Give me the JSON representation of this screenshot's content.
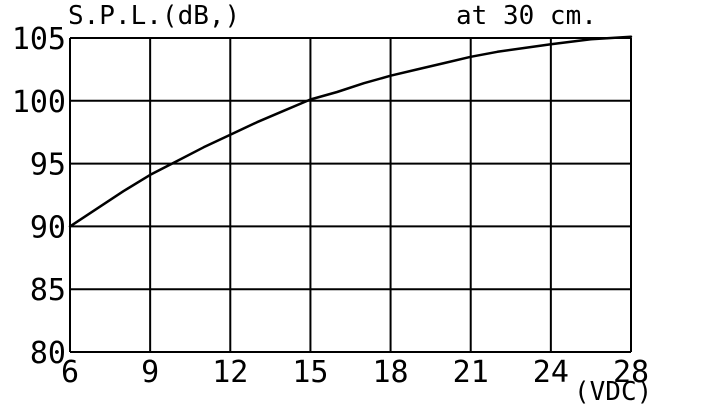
{
  "chart_data": {
    "type": "line",
    "title": "",
    "ylabel": "S.P.L.(dB,)",
    "xlabel": "(VDC)",
    "annotation": "at 30 cm.",
    "x_ticks": [
      "6",
      "9",
      "12",
      "15",
      "18",
      "21",
      "24",
      "28"
    ],
    "y_ticks": [
      "80",
      "85",
      "90",
      "95",
      "100",
      "105"
    ],
    "ylim": [
      80,
      105
    ],
    "grid": true,
    "colors": {
      "line": "#000000",
      "grid": "#000000",
      "background": "#ffffff"
    },
    "series": [
      {
        "x": [
          6,
          7,
          8,
          9,
          10,
          11,
          12,
          13,
          14,
          15,
          16,
          17,
          18,
          19,
          20,
          21,
          22,
          23,
          24,
          25,
          26,
          27,
          28
        ],
        "y": [
          90,
          91.4,
          92.8,
          94.1,
          95.2,
          96.3,
          97.3,
          98.3,
          99.2,
          100.1,
          100.7,
          101.4,
          102.0,
          102.5,
          103.0,
          103.5,
          103.9,
          104.2,
          104.5,
          104.7,
          104.9,
          105.0,
          105.1
        ]
      }
    ]
  }
}
